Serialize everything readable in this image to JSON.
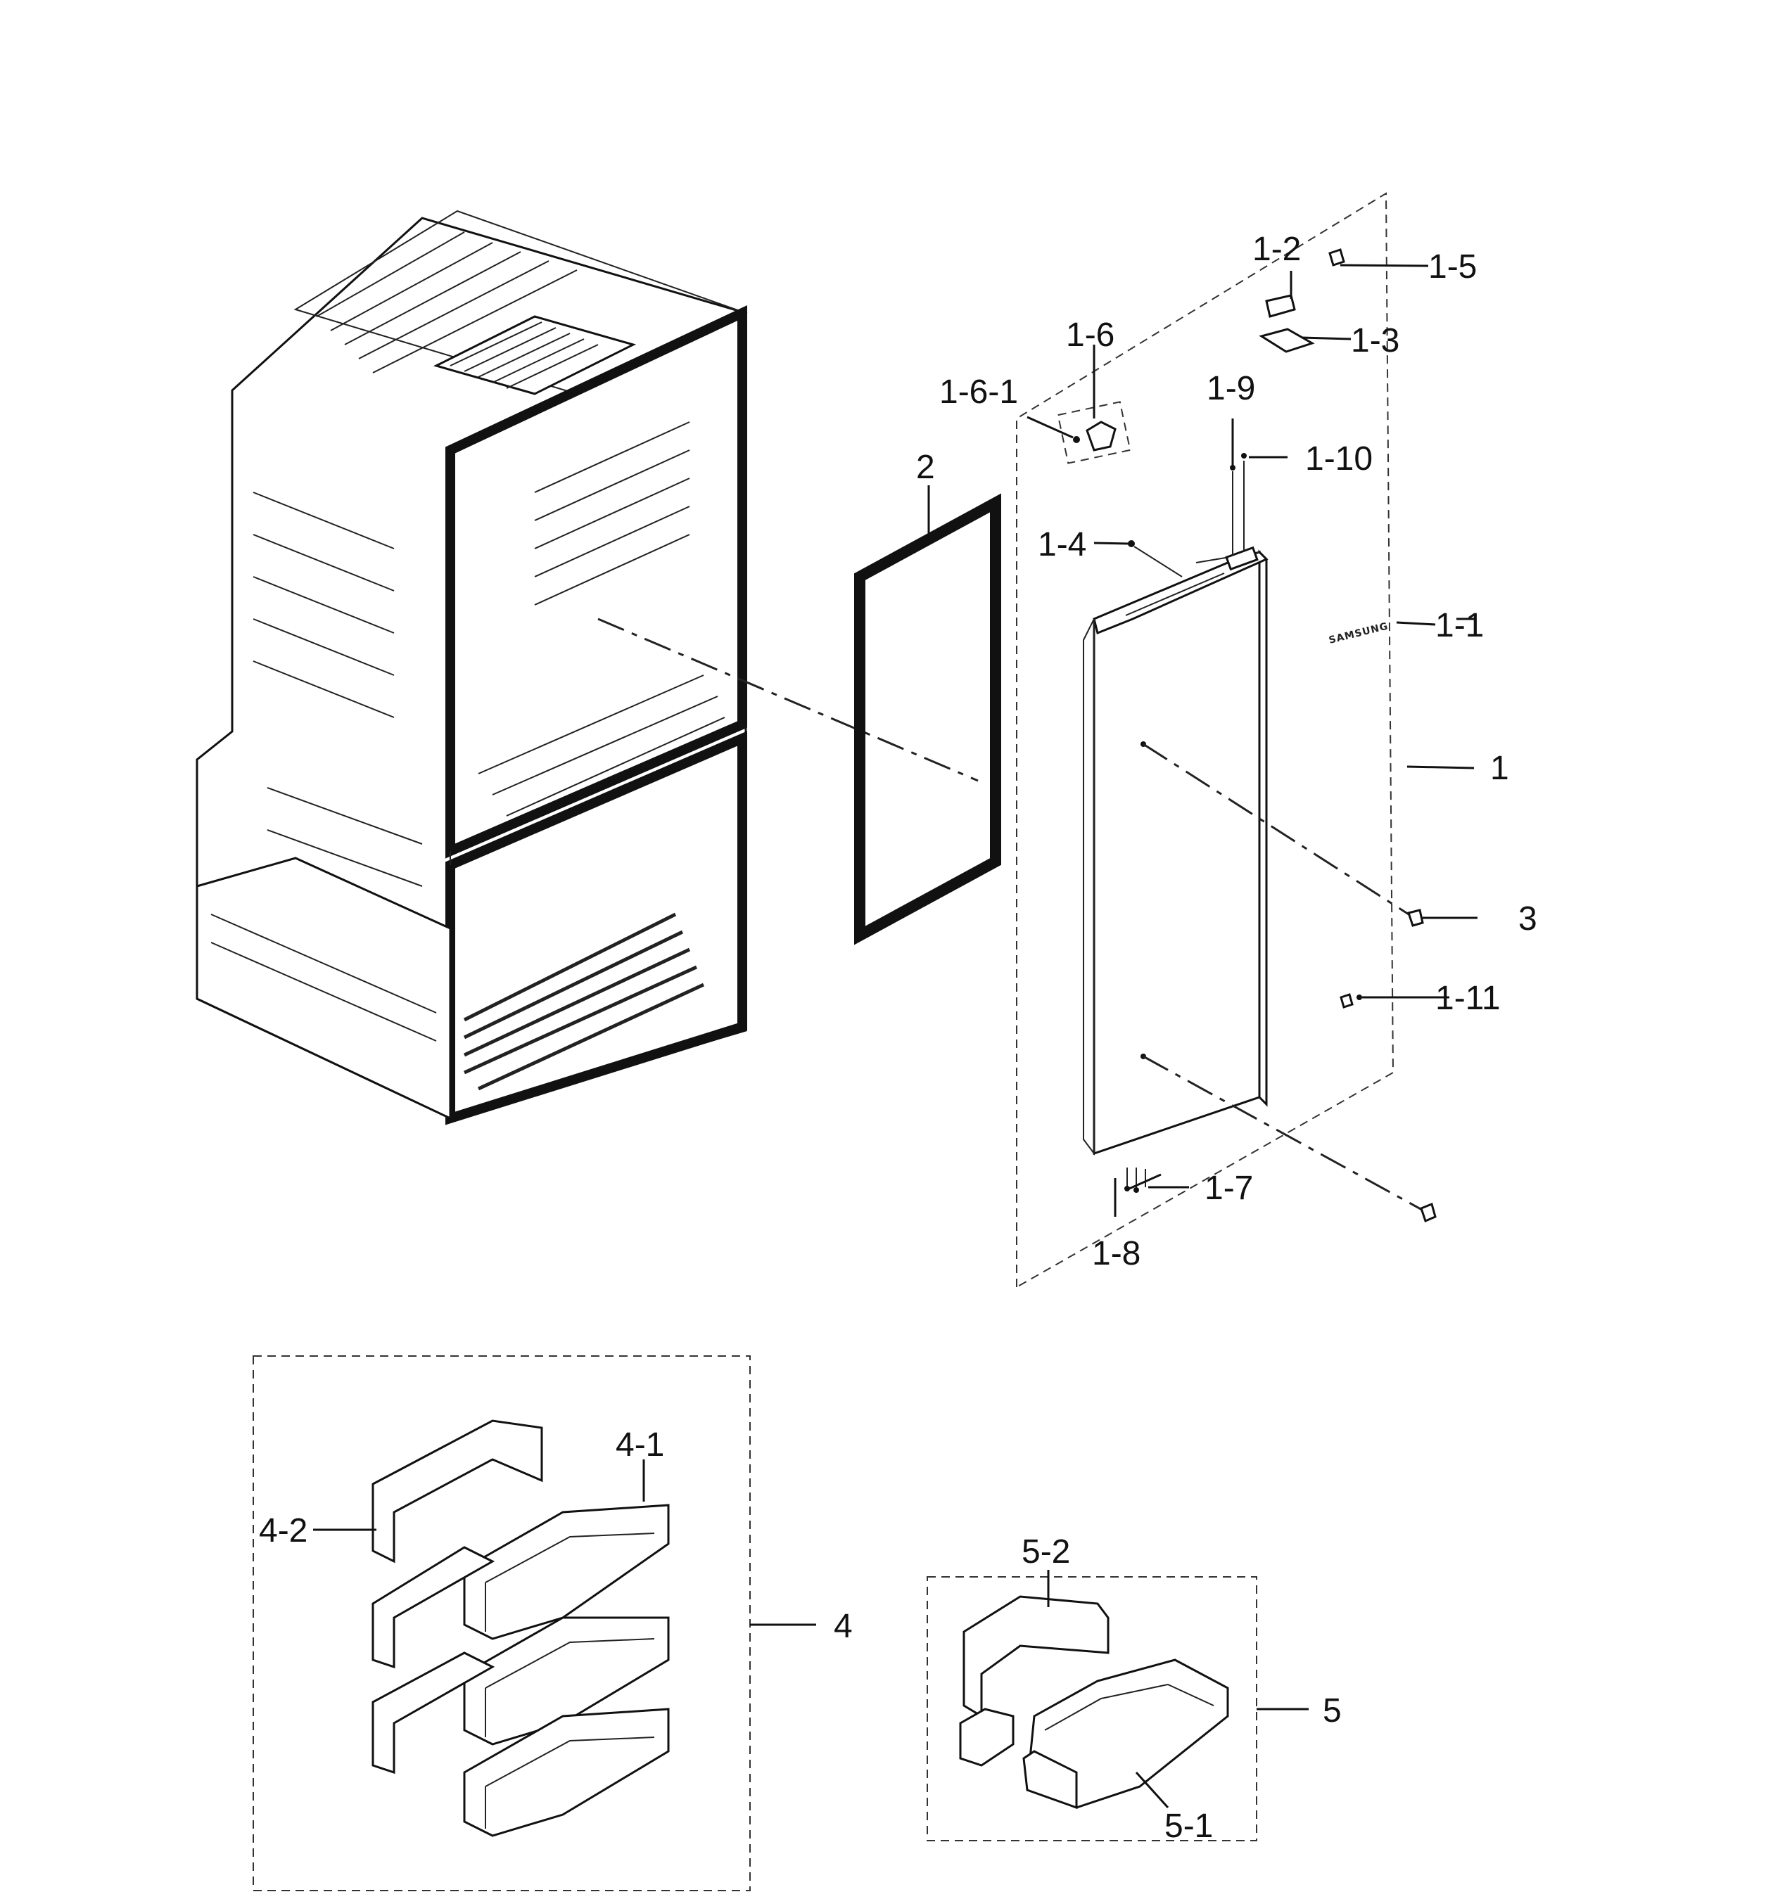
{
  "diagram": {
    "brand_mark": "SAMSUNG",
    "callouts": {
      "c1_2": "1-2",
      "c1_5": "1-5",
      "c1_3": "1-3",
      "c1_6": "1-6",
      "c1_6_1": "1-6-1",
      "c1_9": "1-9",
      "c1_10": "1-10",
      "c2": "2",
      "c1_4": "1-4",
      "c1_1": "1-1",
      "c1": "1",
      "c3": "3",
      "c1_11": "1-11",
      "c1_7": "1-7",
      "c1_8": "1-8",
      "c4_1": "4-1",
      "c4_2": "4-2",
      "c4": "4",
      "c5_2": "5-2",
      "c5": "5",
      "c5_1": "5-1"
    }
  }
}
